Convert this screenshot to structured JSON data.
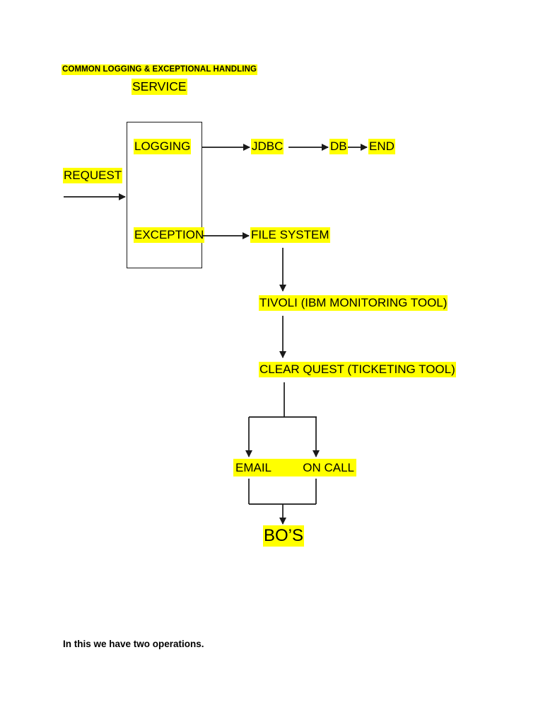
{
  "document": {
    "title_line1": "COMMON LOGGING & EXCEPTIONAL HANDLING",
    "title_line2": "SERVICE",
    "footer_note": "In this we have two operations."
  },
  "colors": {
    "highlight": "#FFFF00",
    "stroke": "#1a1a1a",
    "text": "#000000",
    "background": "#ffffff"
  },
  "diagram": {
    "type": "flowchart",
    "entry_label": "REQUEST",
    "service_box": {
      "name": "service-container",
      "operations": [
        {
          "id": "logging",
          "label": "LOGGING"
        },
        {
          "id": "exception",
          "label": "EXCEPTION"
        }
      ]
    },
    "logging_chain": [
      {
        "id": "jdbc",
        "label": "JDBC"
      },
      {
        "id": "db",
        "label": "DB"
      },
      {
        "id": "end",
        "label": "END"
      }
    ],
    "exception_chain": [
      {
        "id": "file-system",
        "label": "FILE SYSTEM"
      },
      {
        "id": "tivoli",
        "label": "TIVOLI (IBM MONITORING TOOL)"
      },
      {
        "id": "clear-quest",
        "label": "CLEAR QUEST (TICKETING TOOL)"
      }
    ],
    "notification_branches": [
      {
        "id": "email",
        "label": "EMAIL"
      },
      {
        "id": "on-call",
        "label": "ON CALL"
      }
    ],
    "terminal": {
      "id": "bos",
      "label": "BO’S"
    },
    "edges": [
      {
        "from": "request",
        "to": "service-container"
      },
      {
        "from": "logging",
        "to": "jdbc"
      },
      {
        "from": "jdbc",
        "to": "db"
      },
      {
        "from": "db",
        "to": "end"
      },
      {
        "from": "exception",
        "to": "file-system"
      },
      {
        "from": "file-system",
        "to": "tivoli"
      },
      {
        "from": "tivoli",
        "to": "clear-quest"
      },
      {
        "from": "clear-quest",
        "to": "email"
      },
      {
        "from": "clear-quest",
        "to": "on-call"
      },
      {
        "from": "email",
        "to": "bos"
      },
      {
        "from": "on-call",
        "to": "bos"
      }
    ]
  }
}
